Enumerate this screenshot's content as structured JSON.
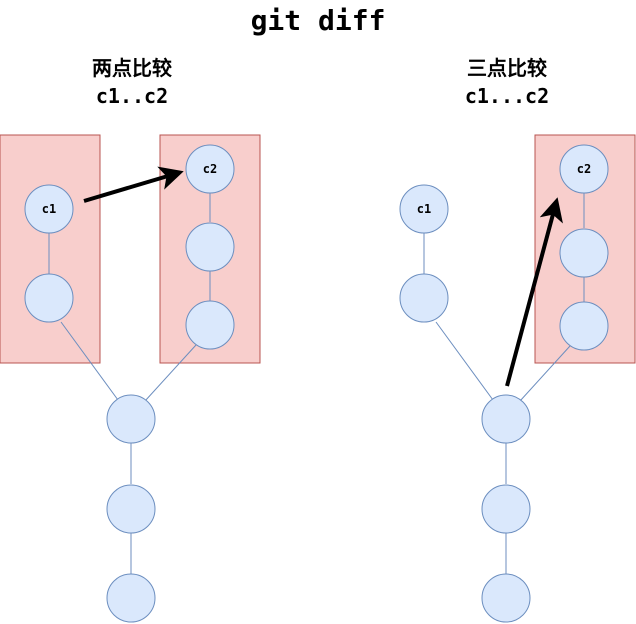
{
  "diagram": {
    "title": "git diff",
    "left": {
      "heading": "两点比较",
      "expression": "c1..c2",
      "node_c1": "c1",
      "node_c2": "c2"
    },
    "right": {
      "heading": "三点比较",
      "expression": "c1...c2",
      "node_c1": "c1",
      "node_c2": "c2"
    },
    "colors": {
      "node_fill": "#dae8fc",
      "node_stroke": "#6c8ebf",
      "box_fill": "#f8cecc",
      "box_stroke": "#b85450",
      "arrow": "#000000"
    }
  }
}
